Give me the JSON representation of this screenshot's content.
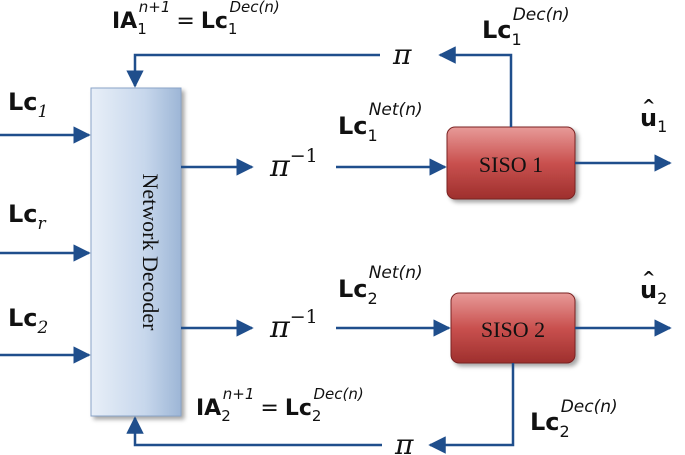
{
  "decoder": {
    "label": "Network Decoder"
  },
  "siso1": {
    "label": "SISO 1"
  },
  "siso2": {
    "label": "SISO 2"
  },
  "inputs": {
    "lc1": {
      "base": "Lc",
      "sub": "1"
    },
    "lcr": {
      "base": "Lc",
      "sub": "r"
    },
    "lc2": {
      "base": "Lc",
      "sub": "2"
    }
  },
  "feedback_top": {
    "ia": "IA",
    "ia_sub": "1",
    "ia_sup": "n+1",
    "eq": "=",
    "lc": "Lc",
    "lc_sub": "1",
    "lc_sup": "Dec(n)"
  },
  "feedback_bottom": {
    "ia": "IA",
    "ia_sub": "2",
    "ia_sup": "n+1",
    "eq": "=",
    "lc": "Lc",
    "lc_sub": "2",
    "lc_sup": "Dec(n)"
  },
  "siso1_out_label": {
    "lc": "Lc",
    "sub": "1",
    "sup": "Dec(n)"
  },
  "siso2_out_label": {
    "lc": "Lc",
    "sub": "2",
    "sup": "Dec(n)"
  },
  "net1_label": {
    "lc": "Lc",
    "sub": "1",
    "sup": "Net(n)"
  },
  "net2_label": {
    "lc": "Lc",
    "sub": "2",
    "sup": "Net(n)"
  },
  "interleaver": {
    "pi": "π",
    "pi_inv": "π",
    "inv_sup": "−1"
  },
  "outputs": {
    "u1": {
      "base": "u",
      "hat": "^",
      "sub": "1"
    },
    "u2": {
      "base": "u",
      "hat": "^",
      "sub": "2"
    }
  },
  "colors": {
    "wire": "#1f4e8c",
    "siso_fill": "#c9514f",
    "decoder_fill": "#c7d7ec"
  }
}
